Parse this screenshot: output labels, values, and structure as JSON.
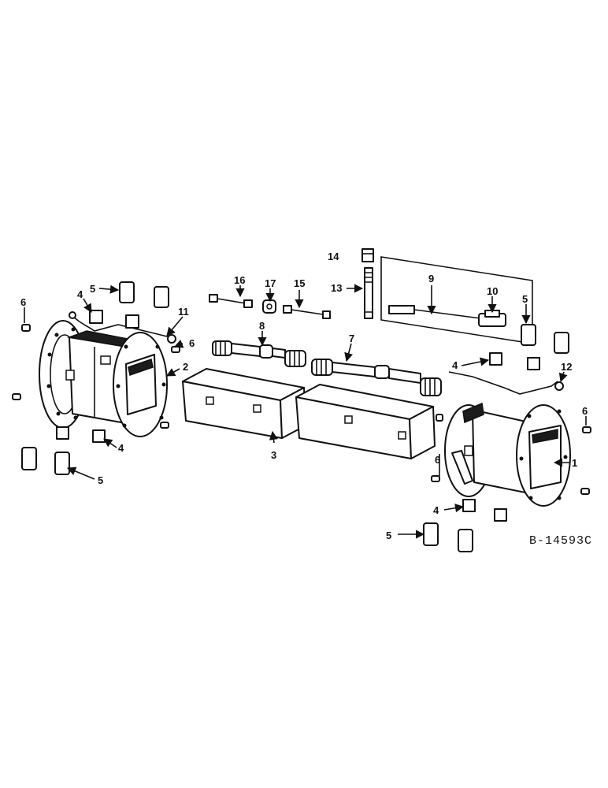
{
  "drawing_number": "B-14593C",
  "callouts": {
    "c1": "1",
    "c2": "2",
    "c3": "3",
    "c4a": "4",
    "c4b": "4",
    "c4c": "4",
    "c4d": "4",
    "c5a": "5",
    "c5b": "5",
    "c5c": "5",
    "c5d": "5",
    "c6a": "6",
    "c6b": "6",
    "c6c": "6",
    "c6d": "6",
    "c7": "7",
    "c8": "8",
    "c9": "9",
    "c10": "10",
    "c11": "11",
    "c12": "12",
    "c13": "13",
    "c14": "14",
    "c15": "15",
    "c16": "16",
    "c17": "17"
  }
}
